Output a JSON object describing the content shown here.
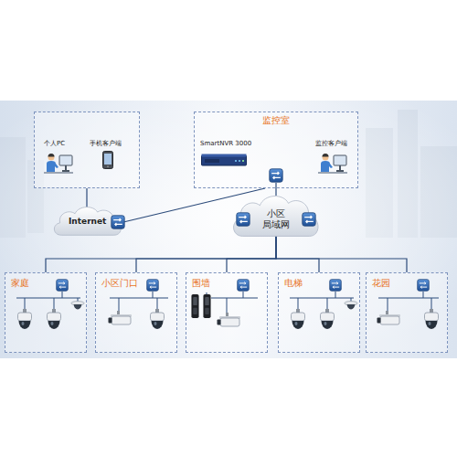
{
  "diagram": {
    "nodes": [
      {
        "text": [
          "个人PC",
          "手机客户端"
        ]
      },
      {
        "text": [
          "监控室",
          "SmartNVR 3000",
          "监控客户端"
        ]
      },
      {
        "text": [
          "Internet"
        ]
      },
      {
        "text": [
          "小区 局域网"
        ]
      },
      {
        "text": [
          "家庭"
        ]
      },
      {
        "text": [
          "小区门口"
        ]
      },
      {
        "text": [
          "围墙"
        ]
      },
      {
        "text": [
          "电梯"
        ]
      },
      {
        "text": [
          "花园"
        ]
      }
    ],
    "edges": [
      {
        "from": 0,
        "to": 2,
        "arrow": "none"
      },
      {
        "from": 2,
        "to": 1,
        "arrow": "none"
      },
      {
        "from": 1,
        "to": 3,
        "arrow": "none"
      },
      {
        "from": 3,
        "to": 4,
        "arrow": "none"
      },
      {
        "from": 3,
        "to": 5,
        "arrow": "none"
      },
      {
        "from": 3,
        "to": 6,
        "arrow": "none"
      },
      {
        "from": 3,
        "to": 7,
        "arrow": "none"
      },
      {
        "from": 3,
        "to": 8,
        "arrow": "none"
      }
    ]
  }
}
